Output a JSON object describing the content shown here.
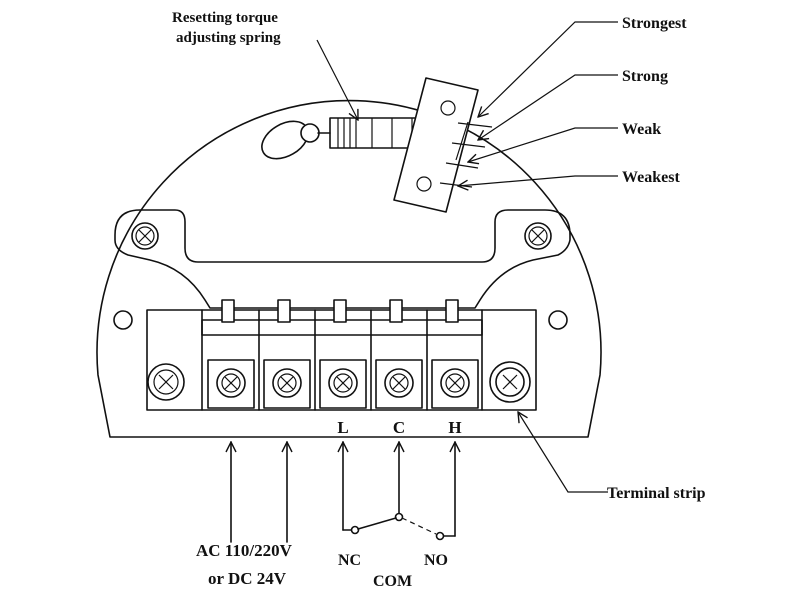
{
  "diagram": {
    "labels": {
      "spring_line1": "Resetting torque",
      "spring_line2": "adjusting spring",
      "strongest": "Strongest",
      "strong": "Strong",
      "weak": "Weak",
      "weakest": "Weakest",
      "terminal_strip": "Terminal strip",
      "supply_line1": "AC 110/220V",
      "supply_line2": "or DC 24V",
      "nc": "NC",
      "com": "COM",
      "no": "NO"
    },
    "terminals": [
      "L",
      "C",
      "H"
    ],
    "colors": {
      "line": "#111111",
      "background": "#ffffff"
    }
  }
}
